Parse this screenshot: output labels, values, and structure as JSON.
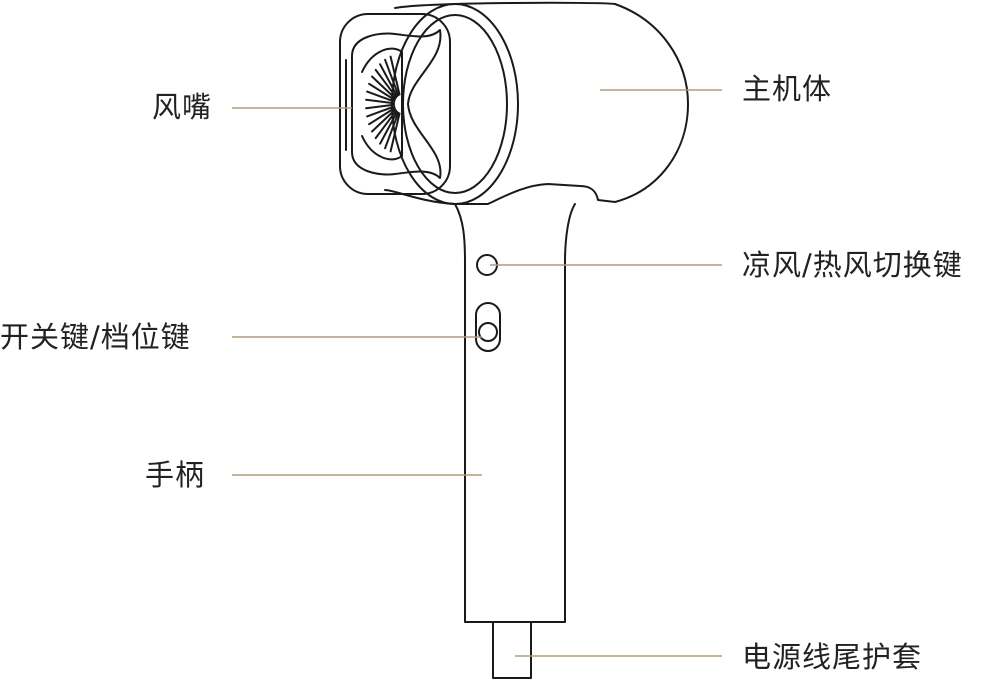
{
  "colors": {
    "outline": "#1a1a1a",
    "leader": "#b49a7c",
    "text": "#222222",
    "background": "#ffffff"
  },
  "labels": {
    "nozzle": "风嘴",
    "main_body": "主机体",
    "cool_hot_switch": "凉风/热风切换键",
    "power_gear_switch": "开关键/档位键",
    "handle": "手柄",
    "cord_sleeve": "电源线尾护套"
  }
}
